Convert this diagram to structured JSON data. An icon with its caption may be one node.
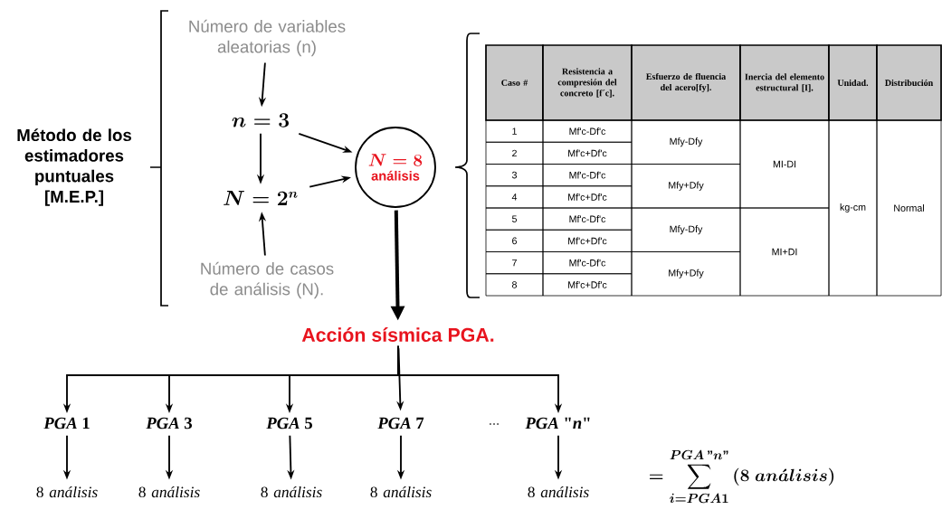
{
  "diagram": {
    "nodes": [
      {
        "text": [
          "Método de los estimadores puntuales [M.E.P.]"
        ]
      },
      {
        "text": [
          "Número de variables aleatorias (n)"
        ]
      },
      {
        "text": [
          "n = 3"
        ]
      },
      {
        "text": [
          "N = 2^{n}"
        ]
      },
      {
        "text": [
          "Número de casos de análisis (N)."
        ]
      },
      {
        "text": [
          "N = 8",
          "análisis"
        ]
      },
      {
        "text": [
          "Acción sísmica PGA."
        ]
      },
      {
        "text": [
          "*PGA* 1"
        ]
      },
      {
        "text": [
          "*PGA* 3"
        ]
      },
      {
        "text": [
          "*PGA* 5"
        ]
      },
      {
        "text": [
          "*PGA* 7"
        ]
      },
      {
        "text": [
          "*PGA* \"*n*\""
        ]
      },
      {
        "text": [
          "8 *análisis*"
        ]
      },
      {
        "text": [
          "8 *análisis*"
        ]
      },
      {
        "text": [
          "8 *análisis*"
        ]
      },
      {
        "text": [
          "8 *análisis*"
        ]
      },
      {
        "text": [
          "8 *análisis*"
        ]
      }
    ],
    "edges": [
      {
        "from": 1,
        "to": 2,
        "arrow": "to"
      },
      {
        "from": 2,
        "to": 3,
        "arrow": "to"
      },
      {
        "from": 4,
        "to": 3,
        "arrow": "to"
      },
      {
        "from": 2,
        "to": 5,
        "arrow": "to"
      },
      {
        "from": 3,
        "to": 5,
        "arrow": "to"
      },
      {
        "from": 5,
        "to": 6,
        "arrow": "to",
        "style": "thick"
      },
      {
        "from": 6,
        "to": 7,
        "arrow": "to"
      },
      {
        "from": 6,
        "to": 8,
        "arrow": "to"
      },
      {
        "from": 6,
        "to": 9,
        "arrow": "to"
      },
      {
        "from": 6,
        "to": 10,
        "arrow": "to"
      },
      {
        "from": 6,
        "to": 11,
        "arrow": "to"
      },
      {
        "from": 7,
        "to": 12,
        "arrow": "to"
      },
      {
        "from": 8,
        "to": 13,
        "arrow": "to"
      },
      {
        "from": 9,
        "to": 14,
        "arrow": "to"
      },
      {
        "from": 10,
        "to": 15,
        "arrow": "to"
      },
      {
        "from": 11,
        "to": 16,
        "arrow": "to"
      }
    ],
    "labels": [
      "Caso #",
      "Resistencia a compresión del concreto [f´c].",
      "Esfuerzo de fluencia del acero[fy].",
      "Inercia del elemento estructural [I].",
      "Unidad.",
      "Distribución",
      "1",
      "Mf'c-Df'c",
      "Mfy-Dfy",
      "MI-DI",
      "kg-cm",
      "Normal",
      "2",
      "Mf'c+Df'c",
      "3",
      "Mf'c-Df'c",
      "Mfy+Dfy",
      "4",
      "Mf'c+Df'c",
      "5",
      "Mf'c-Df'c",
      "Mfy-Dfy",
      "MI+DI",
      "6",
      "Mf'c+Df'c",
      "7",
      "Mf'c-Df'c",
      "Mfy+Dfy",
      "8",
      "Mf'c+Df'c",
      "...",
      "= \\sum_{i=PGA1}^{PGA\\,\"n\"} \\left(\\mathbf{8}\\ an\\acute{a}lisis\\right)"
    ]
  }
}
